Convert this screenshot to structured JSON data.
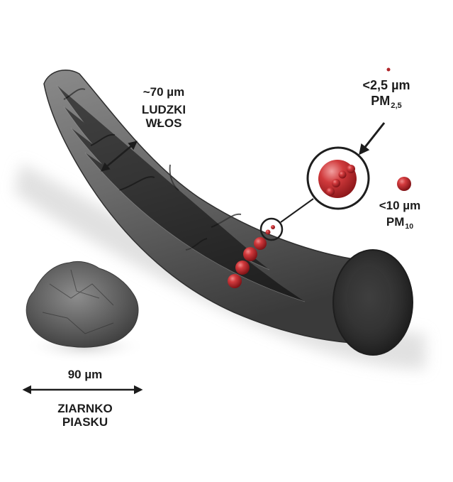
{
  "hair": {
    "size": "~70 µm",
    "name_line1": "LUDZKI",
    "name_line2": "WŁOS"
  },
  "pm25": {
    "size": "<2,5 µm",
    "label": "PM",
    "subscript": "2,5"
  },
  "pm10": {
    "size": "<10 µm",
    "label": "PM",
    "subscript": "10"
  },
  "sand": {
    "size": "90 µm",
    "name_line1": "ZIARNKO",
    "name_line2": "PIASKU"
  },
  "colors": {
    "particle": "#c62a2e",
    "hair": "#5b5b5b",
    "text": "#1c1c1c"
  }
}
